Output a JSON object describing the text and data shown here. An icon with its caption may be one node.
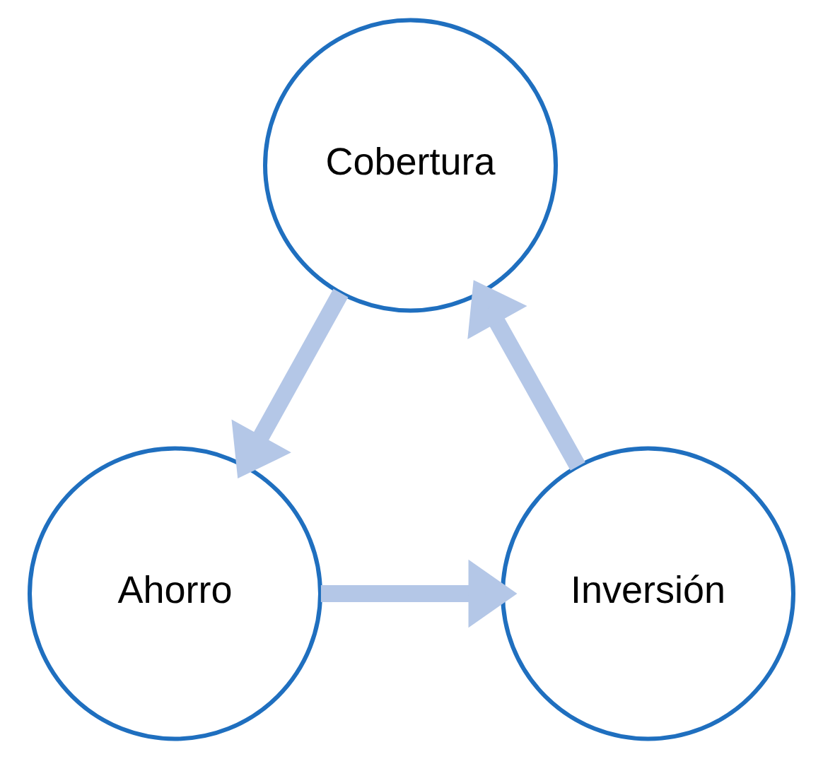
{
  "diagram": {
    "nodes": [
      {
        "text": [
          "Cobertura"
        ]
      },
      {
        "text": [
          "Ahorro"
        ]
      },
      {
        "text": [
          "Inversión"
        ]
      }
    ],
    "edges": [
      {
        "from": 0,
        "to": 1,
        "arrow": "to",
        "color": "#b4c7e7"
      },
      {
        "from": 1,
        "to": 2,
        "arrow": "to",
        "color": "#b4c7e7"
      },
      {
        "from": 2,
        "to": 0,
        "arrow": "to",
        "color": "#b4c7e7"
      }
    ]
  }
}
